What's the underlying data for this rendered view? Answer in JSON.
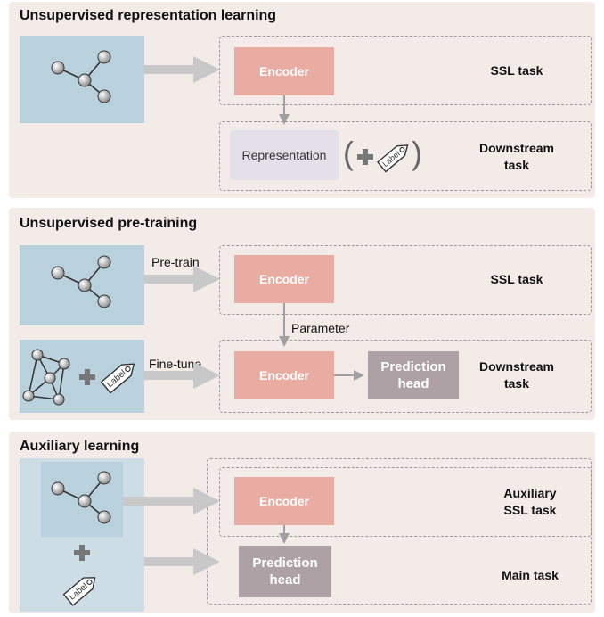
{
  "panel1": {
    "title": "Unsupervised representation learning",
    "encoder": "Encoder",
    "ssl_task": "SSL task",
    "representation": "Representation",
    "downstream_task": "Downstream\ntask",
    "tag_label": "Label"
  },
  "panel2": {
    "title": "Unsupervised pre-training",
    "pretrain": "Pre-train",
    "finetune": "Fine-tune",
    "parameter": "Parameter",
    "encoder_top": "Encoder",
    "encoder_bottom": "Encoder",
    "prediction_head": "Prediction\nhead",
    "ssl_task": "SSL task",
    "downstream_task": "Downstream\ntask",
    "tag_label": "Label"
  },
  "panel3": {
    "title": "Auxiliary learning",
    "encoder": "Encoder",
    "prediction_head": "Prediction\nhead",
    "auxiliary_task": "Auxiliary\nSSL task",
    "main_task": "Main task",
    "tag_label": "Label"
  },
  "colors": {
    "panel_bg": "#f3ebe8",
    "encoder": "#e8aca3",
    "prediction_head": "#aea1a6",
    "representation": "#e3e0ea",
    "graph_box": "#b9d1dc",
    "arrow": "#c8c8c8"
  }
}
